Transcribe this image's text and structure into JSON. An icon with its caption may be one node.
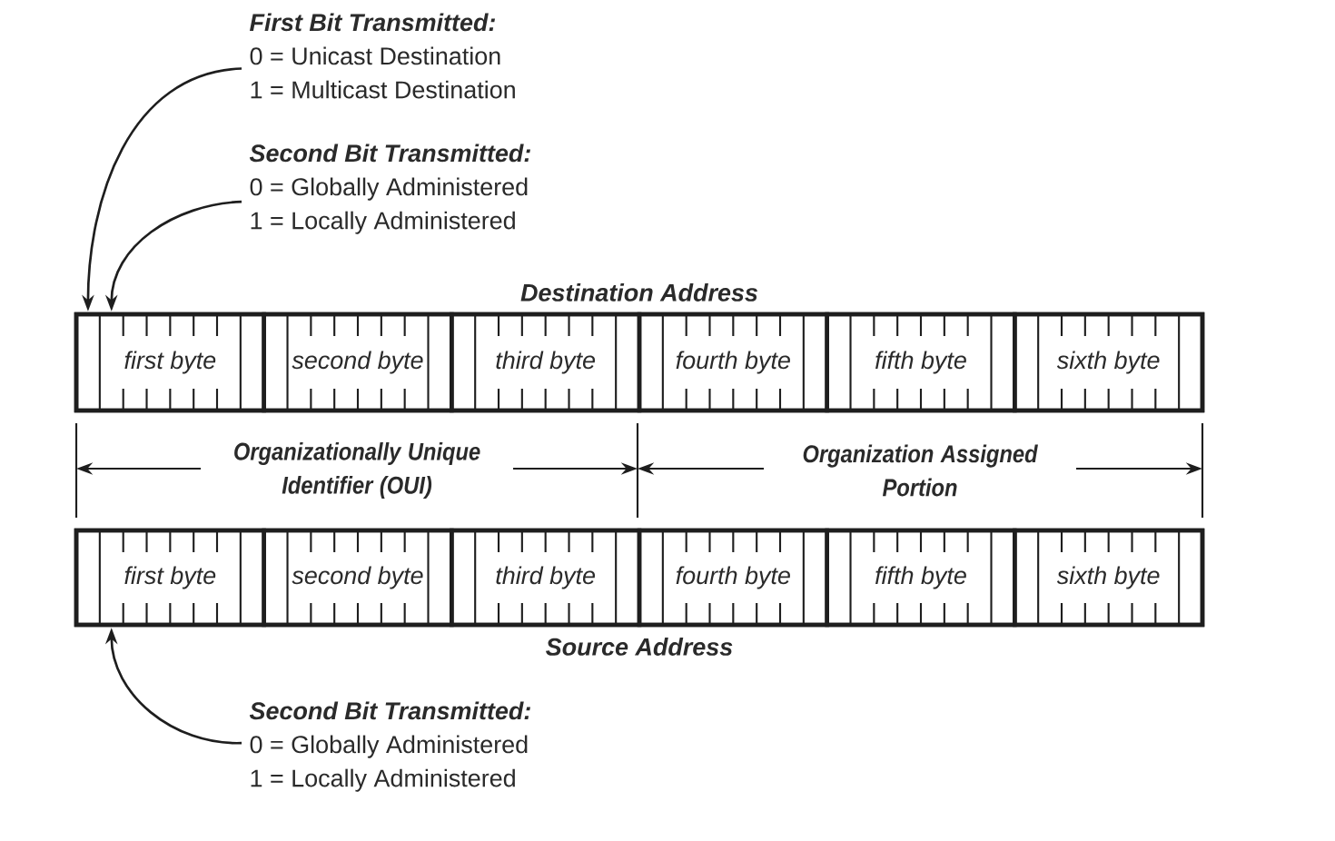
{
  "diagram": {
    "nodes": [
      {
        "text": [
          "First Bit Transmitted:",
          "0 = Unicast Destination",
          "1 = Multicast Destination"
        ]
      },
      {
        "text": [
          "Second Bit Transmitted:",
          "0 = Globally Administered",
          "1 = Locally Administered"
        ]
      },
      {
        "text": [
          "Destination Address"
        ]
      },
      {
        "text": [
          "first byte"
        ],
        "in": 2
      },
      {
        "text": [],
        "shape": "box",
        "in": 3
      },
      {
        "text": [],
        "shape": "box",
        "in": 3
      },
      {
        "text": [
          "second byte"
        ],
        "in": 2
      },
      {
        "text": [
          "third byte"
        ],
        "in": 2
      },
      {
        "text": [
          "fourth byte"
        ],
        "in": 2
      },
      {
        "text": [
          "fifth byte"
        ],
        "in": 2
      },
      {
        "text": [
          "sixth byte"
        ],
        "in": 2
      },
      {
        "text": [
          "Source Address"
        ]
      },
      {
        "text": [
          "first byte"
        ],
        "in": 11
      },
      {
        "text": [],
        "shape": "box",
        "in": 12
      },
      {
        "text": [
          "second byte"
        ],
        "in": 11
      },
      {
        "text": [
          "third byte"
        ],
        "in": 11
      },
      {
        "text": [
          "fourth byte"
        ],
        "in": 11
      },
      {
        "text": [
          "fifth byte"
        ],
        "in": 11
      },
      {
        "text": [
          "sixth byte"
        ],
        "in": 11
      },
      {
        "text": [
          "Second Bit Transmitted:",
          "0 = Globally Administered",
          "1 = Locally Administered"
        ]
      }
    ],
    "edges": [
      {
        "from": 0,
        "to": 4,
        "arrow": "to"
      },
      {
        "from": 1,
        "to": 5,
        "arrow": "to"
      },
      {
        "from": 19,
        "to": 13,
        "arrow": "to"
      }
    ],
    "labels": [
      "Organizationally Unique Identifier (OUI)",
      "Organization Assigned Portion"
    ]
  }
}
